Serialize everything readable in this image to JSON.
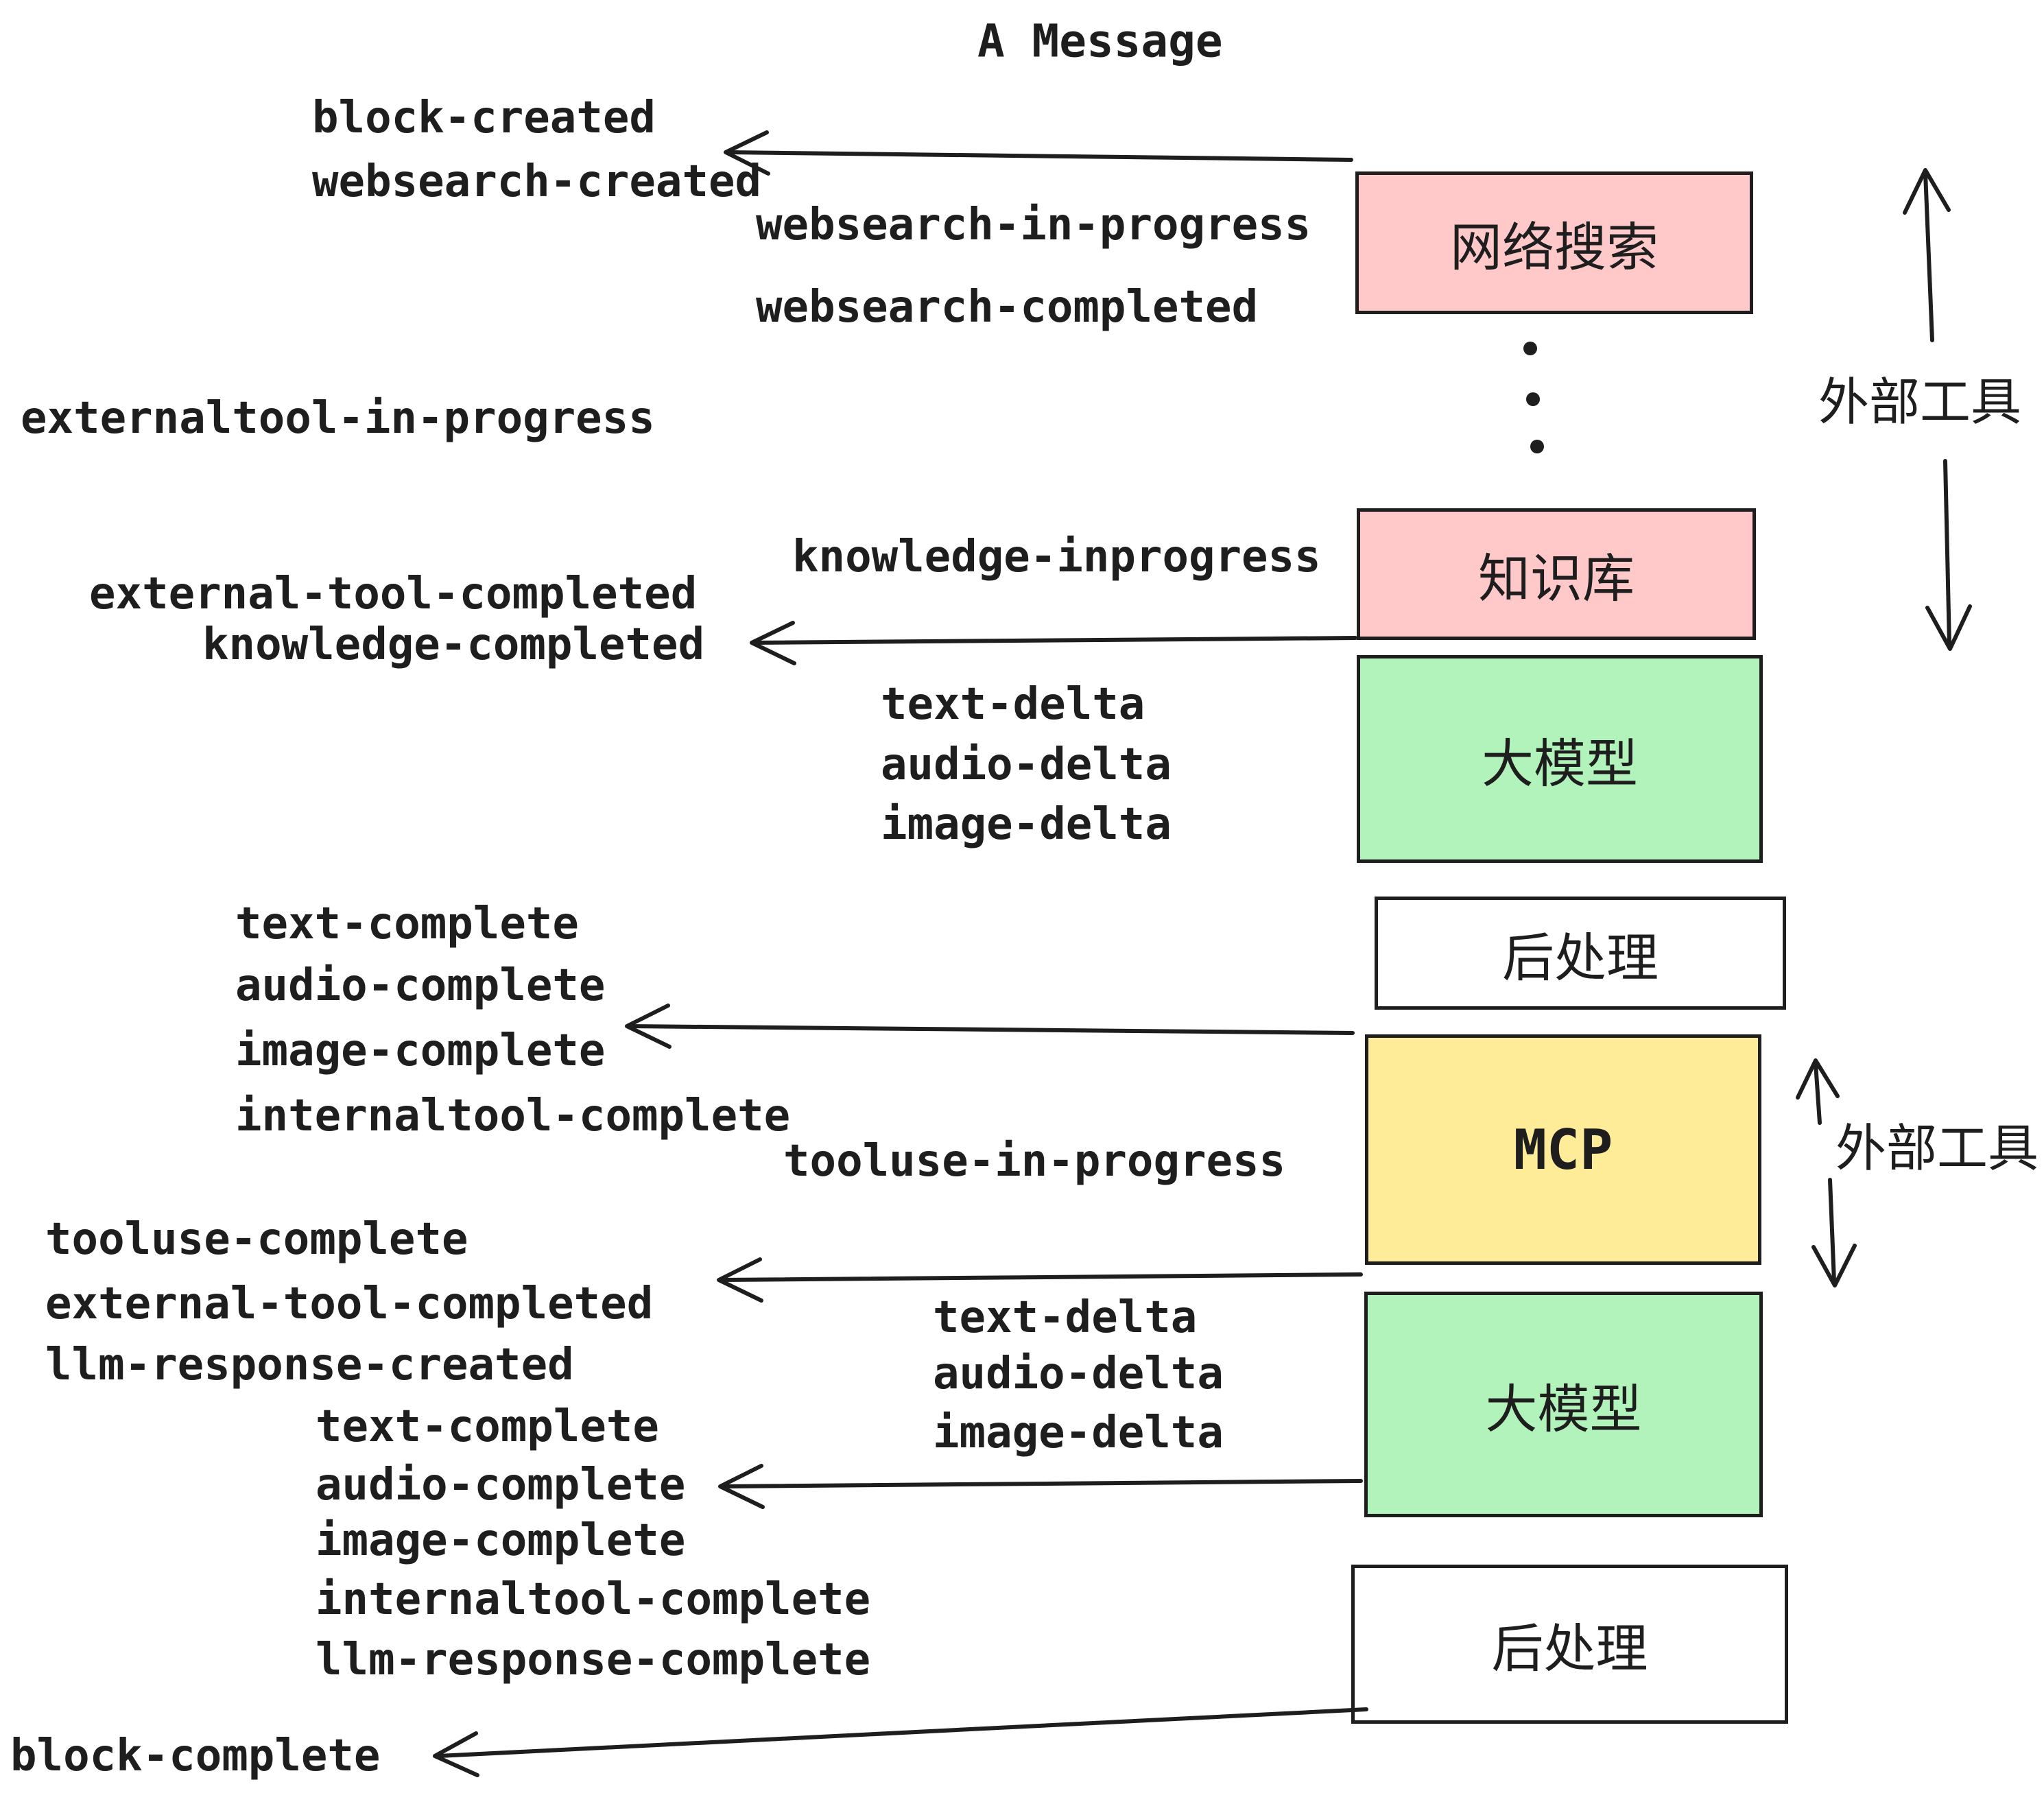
{
  "title": "A Message",
  "events": {
    "block_created": "block-created",
    "websearch_created": "websearch-created",
    "websearch_in_progress": "websearch-in-progress",
    "websearch_completed": "websearch-completed",
    "externaltool_in_progress": "externaltool-in-progress",
    "knowledge_inprogress": "knowledge-inprogress",
    "external_tool_completed": "external-tool-completed",
    "knowledge_completed": "knowledge-completed",
    "text_delta": "text-delta",
    "audio_delta": "audio-delta",
    "image_delta": "image-delta",
    "text_complete": "text-complete",
    "audio_complete": "audio-complete",
    "image_complete": "image-complete",
    "internaltool_complete": "internaltool-complete",
    "tooluse_in_progress": "tooluse-in-progress",
    "tooluse_complete": "tooluse-complete",
    "llm_response_created": "llm-response-created",
    "llm_response_complete": "llm-response-complete",
    "block_complete": "block-complete"
  },
  "boxes": {
    "web_search": {
      "label": "网络搜索",
      "fill": "#FFC9C9"
    },
    "knowledge_base": {
      "label": "知识库",
      "fill": "#FFC9C9"
    },
    "llm": {
      "label": "大模型",
      "fill": "#B2F2BB"
    },
    "post_process": {
      "label": "后处理",
      "fill": "#FFFFFF"
    },
    "mcp": {
      "label": "MCP",
      "fill": "#FFEC99"
    }
  },
  "side_labels": {
    "external_tools": "外部工具"
  },
  "colors": {
    "ink": "#1e1e1e",
    "pink": "#FFC9C9",
    "green": "#B2F2BB",
    "yellow": "#FFEC99",
    "white": "#FFFFFF"
  }
}
